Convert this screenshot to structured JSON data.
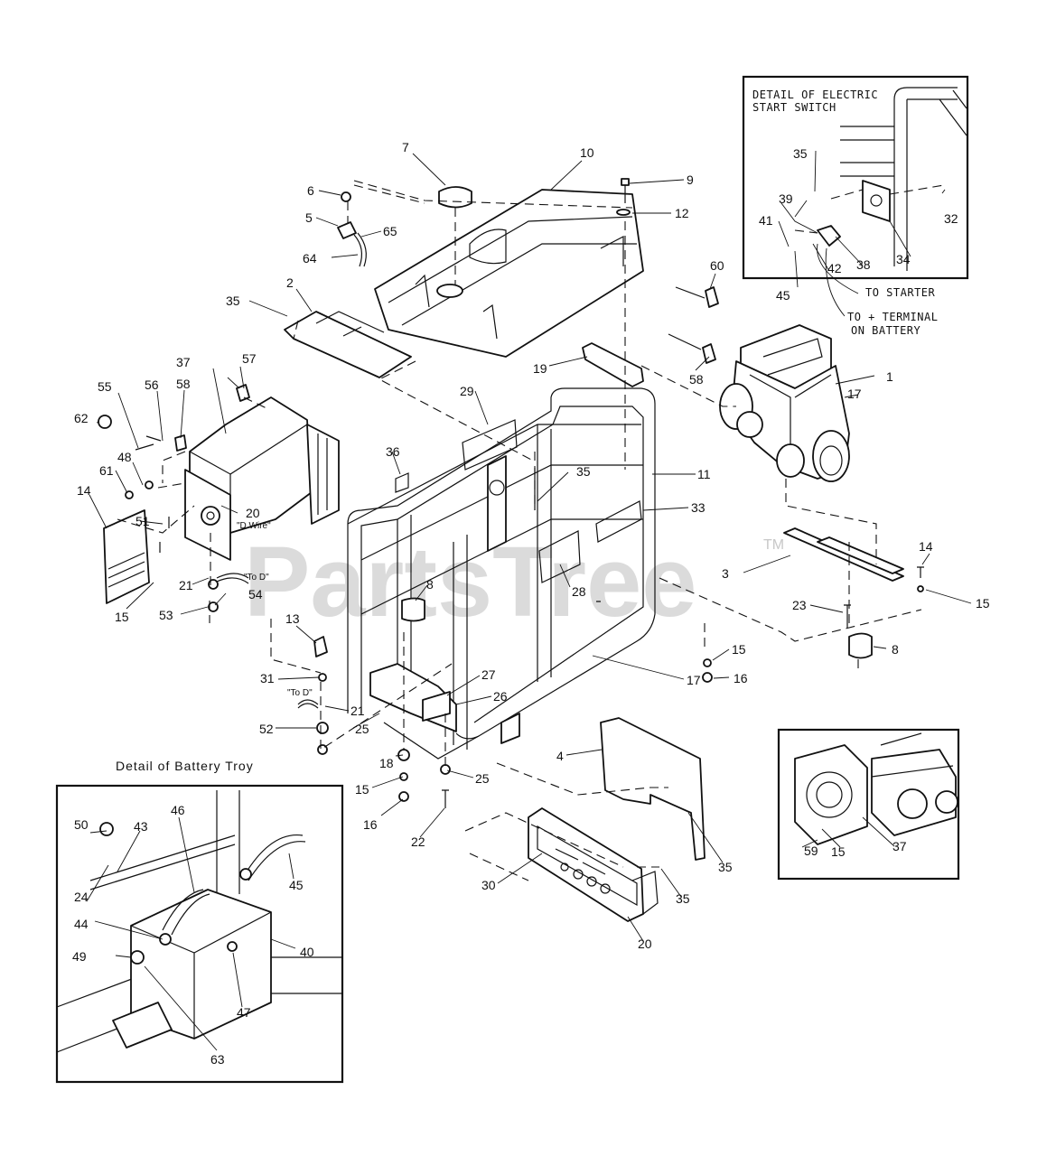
{
  "watermark": {
    "text": "PartsTree",
    "tm": "TM"
  },
  "insets": {
    "electric_start": {
      "title_line1": "DETAIL OF ELECTRIC",
      "title_line2": "START SWITCH",
      "to_starter": "TO STARTER",
      "to_terminal_line1": "TO + TERMINAL",
      "to_terminal_line2": "ON BATTERY"
    },
    "battery_troy": {
      "title": "Detail of Battery Troy"
    }
  },
  "notes": {
    "d_wire": "\"D Wire\"",
    "to_d_right": "\"To D\"",
    "to_d_left": "\"To D\""
  },
  "labels": {
    "l1": "1",
    "l2": "2",
    "l3": "3",
    "l4": "4",
    "l5": "5",
    "l6": "6",
    "l7": "7",
    "l8a": "8",
    "l8b": "8",
    "l9": "9",
    "l10": "10",
    "l11": "11",
    "l12": "12",
    "l13": "13",
    "l14a": "14",
    "l14b": "14",
    "l15a": "15",
    "l15b": "15",
    "l15c": "15",
    "l15d": "15",
    "l15e": "15",
    "l16a": "16",
    "l16b": "16",
    "l17a": "17",
    "l17b": "17",
    "l18": "18",
    "l19": "19",
    "l20a": "20",
    "l20b": "20",
    "l21a": "21",
    "l21b": "21",
    "l22": "22",
    "l23": "23",
    "l24": "24",
    "l25a": "25",
    "l25b": "25",
    "l26": "26",
    "l27": "27",
    "l28": "28",
    "l29": "29",
    "l30": "30",
    "l31": "31",
    "l32": "32",
    "l33": "33",
    "l34": "34",
    "l35a": "35",
    "l35b": "35",
    "l35c": "35",
    "l35d": "35",
    "l35e": "35",
    "l36": "36",
    "l37a": "37",
    "l37b": "37",
    "l38": "38",
    "l39": "39",
    "l40": "40",
    "l41": "41",
    "l42": "42",
    "l43": "43",
    "l44": "44",
    "l45a": "45",
    "l45b": "45",
    "l46": "46",
    "l47": "47",
    "l48": "48",
    "l49": "49",
    "l50": "50",
    "l51": "51",
    "l52": "52",
    "l53": "53",
    "l54": "54",
    "l55": "55",
    "l56": "56",
    "l57": "57",
    "l58a": "58",
    "l58b": "58",
    "l59": "59",
    "l60": "60",
    "l61": "61",
    "l62": "62",
    "l63": "63",
    "l64": "64",
    "l65": "65"
  }
}
